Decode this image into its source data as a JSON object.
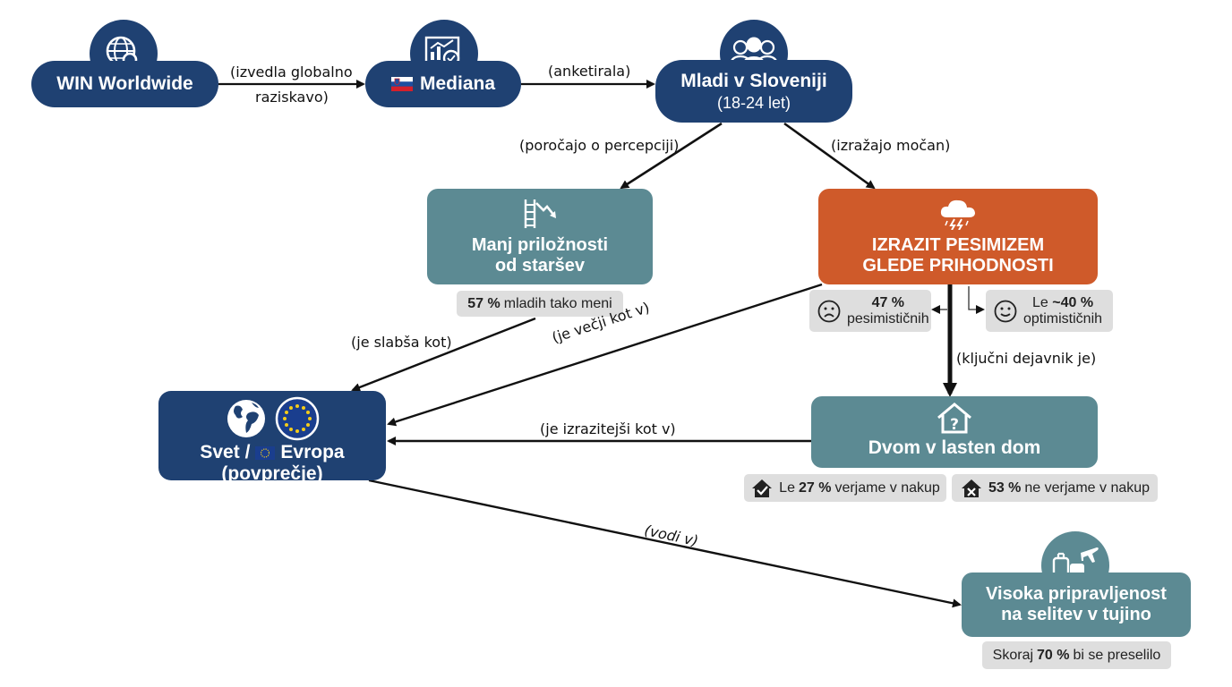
{
  "nodes": {
    "win": "WIN Worldwide",
    "mediana": "Mediana",
    "mladi": {
      "title": "Mladi v Sloveniji",
      "sub": "(18-24 let)"
    },
    "manj": {
      "line1": "Manj priložnosti",
      "line2": "od staršev"
    },
    "pesimizem": {
      "line1": "IZRAZIT PESIMIZEM",
      "line2": "GLEDE PRIHODNOSTI"
    },
    "svet": {
      "pre": "Svet /",
      "post": "Evropa",
      "sub": "(povprečje)"
    },
    "dvom": "Dvom v lasten dom",
    "visoka": {
      "line1": "Visoka pripravljenost",
      "line2": "na selitev v tujino"
    }
  },
  "stats": {
    "manj": {
      "value": "57 %",
      "text": "mladih tako meni"
    },
    "pes": {
      "value": "47 %",
      "text": "pesimističnih"
    },
    "opt": {
      "pre": "Le",
      "value": "~40 %",
      "text": "optimističnih"
    },
    "dom_yes": {
      "pre": "Le",
      "value": "27 %",
      "text": "verjame v nakup"
    },
    "dom_no": {
      "value": "53 %",
      "text": "ne verjame v nakup"
    },
    "selitev": {
      "pre": "Skoraj",
      "value": "70 %",
      "text": "bi se preselilo"
    }
  },
  "edges": {
    "e1a": "(izvedla globalno",
    "e1b": "raziskavo)",
    "e2": "(anketirala)",
    "e3": "(poročajo o percepciji)",
    "e4": "(izražajo močan)",
    "e5": "(je slabša kot)",
    "e6": "(je večji kot v)",
    "e7": "(ključni dejavnik je)",
    "e8": "(je izrazitejši kot v)",
    "e9": "(vodi v)"
  },
  "colors": {
    "navy": "#1f4172",
    "teal": "#5c8a93",
    "orange": "#cf5a2a",
    "stat_bg": "#dedede"
  },
  "icons": {
    "win": "globe-search-icon",
    "mediana": "chart-analysis-icon",
    "mladi": "people-group-icon",
    "manj": "falling-ladder-icon",
    "pesimizem": "storm-cloud-icon",
    "svet": "globe-and-eu-icon",
    "dvom": "house-question-icon",
    "visoka": "luggage-plane-icon"
  }
}
